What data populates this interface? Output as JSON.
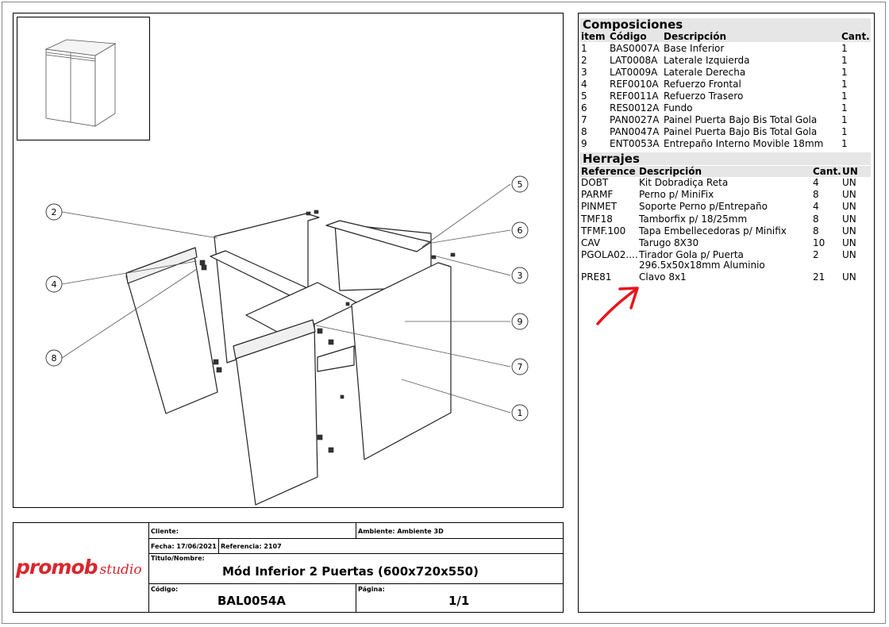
{
  "composiciones": {
    "title": "Composiciones",
    "headers": {
      "item": "item",
      "codigo": "Código",
      "descripcion": "Descripción",
      "cant": "Cant."
    },
    "rows": [
      {
        "item": "1",
        "codigo": "BAS0007A",
        "descripcion": "Base Inferior",
        "cant": "1"
      },
      {
        "item": "2",
        "codigo": "LAT0008A",
        "descripcion": "Laterale Izquierda",
        "cant": "1"
      },
      {
        "item": "3",
        "codigo": "LAT0009A",
        "descripcion": "Laterale Derecha",
        "cant": "1"
      },
      {
        "item": "4",
        "codigo": "REF0010A",
        "descripcion": "Refuerzo Frontal",
        "cant": "1"
      },
      {
        "item": "5",
        "codigo": "REF0011A",
        "descripcion": "Refuerzo Trasero",
        "cant": "1"
      },
      {
        "item": "6",
        "codigo": "RES0012A",
        "descripcion": "Fundo",
        "cant": "1"
      },
      {
        "item": "7",
        "codigo": "PAN0027A",
        "descripcion": "Painel Puerta Bajo Bis Total Gola",
        "cant": "1"
      },
      {
        "item": "8",
        "codigo": "PAN0047A",
        "descripcion": "Painel Puerta Bajo Bis Total Gola",
        "cant": "1"
      },
      {
        "item": "9",
        "codigo": "ENT0053A",
        "descripcion": "Entrepaño Interno Movible 18mm",
        "cant": "1"
      }
    ]
  },
  "herrajes": {
    "title": "Herrajes",
    "headers": {
      "reference": "Reference",
      "descripcion": "Descripción",
      "cant": "Cant.",
      "un": "UN"
    },
    "rows": [
      {
        "reference": "DOBT",
        "descripcion": "Kit Dobradiça Reta",
        "descripcion2": "",
        "cant": "4",
        "un": "UN"
      },
      {
        "reference": "PARMF",
        "descripcion": "Perno p/ MiniFix",
        "descripcion2": "",
        "cant": "8",
        "un": "UN"
      },
      {
        "reference": "PINMET",
        "descripcion": "Soporte Perno p/Entrepaño",
        "descripcion2": "",
        "cant": "4",
        "un": "UN"
      },
      {
        "reference": "TMF18",
        "descripcion": "Tamborfix p/ 18/25mm",
        "descripcion2": "",
        "cant": "8",
        "un": "UN"
      },
      {
        "reference": "TFMF.100",
        "descripcion": "Tapa Embellecedoras p/ Minifix",
        "descripcion2": "",
        "cant": "8",
        "un": "UN"
      },
      {
        "reference": "CAV",
        "descripcion": "Tarugo 8X30",
        "descripcion2": "",
        "cant": "10",
        "un": "UN"
      },
      {
        "reference": "PGOLA02....",
        "descripcion": "Tirador Gola p/ Puerta",
        "descripcion2": "296.5x50x18mm Aluminio",
        "cant": "2",
        "un": "UN"
      },
      {
        "reference": "PRE81",
        "descripcion": "Clavo 8x1",
        "descripcion2": "",
        "cant": "21",
        "un": "UN"
      }
    ]
  },
  "drawing": {
    "callouts": [
      "1",
      "2",
      "3",
      "4",
      "5",
      "6",
      "7",
      "8",
      "9"
    ]
  },
  "title_block": {
    "logo_main": "promob",
    "logo_sub": "studio",
    "cliente_label": "Cliente:",
    "cliente_value": "",
    "ambiente_label": "Ambiente: Ambiente 3D",
    "fecha_label": "Fecha: 17/06/2021",
    "referencia_label": "Referencia: 2107",
    "titulo_label": "Titulo/Nombre:",
    "titulo_value": "Mód Inferior 2 Puertas  (600x720x550)",
    "codigo_label": "Código:",
    "codigo_value": "BAL0054A",
    "pagina_label": "Página:",
    "pagina_value": "1/1"
  },
  "colors": {
    "annotation_arrow": "#e8141c",
    "brand": "#d8262f",
    "table_header_bg": "#e6e6e6"
  }
}
